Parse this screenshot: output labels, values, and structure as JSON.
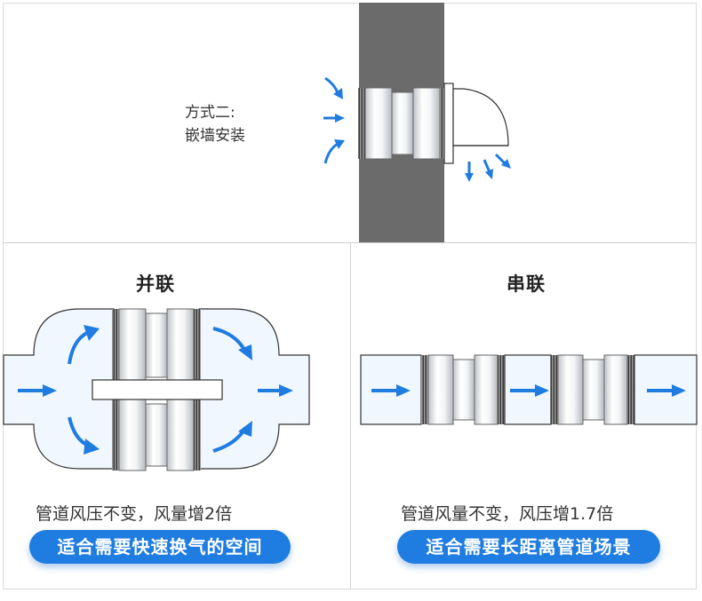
{
  "top_panel": {
    "method_line1": "方式二:",
    "method_line2": "嵌墙安装"
  },
  "parallel_panel": {
    "title": "并联",
    "description": "管道风压不变，风量增2倍",
    "badge": "适合需要快速换气的空间"
  },
  "series_panel": {
    "title": "串联",
    "description": "管道风量不变，风压增1.7倍",
    "badge": "适合需要长距离管道场景"
  },
  "colors": {
    "arrow": "#1f7ce0",
    "badge": "#1f7ce0",
    "wall": "#6b6b6b",
    "duct_fill": "#f1f7ff"
  }
}
